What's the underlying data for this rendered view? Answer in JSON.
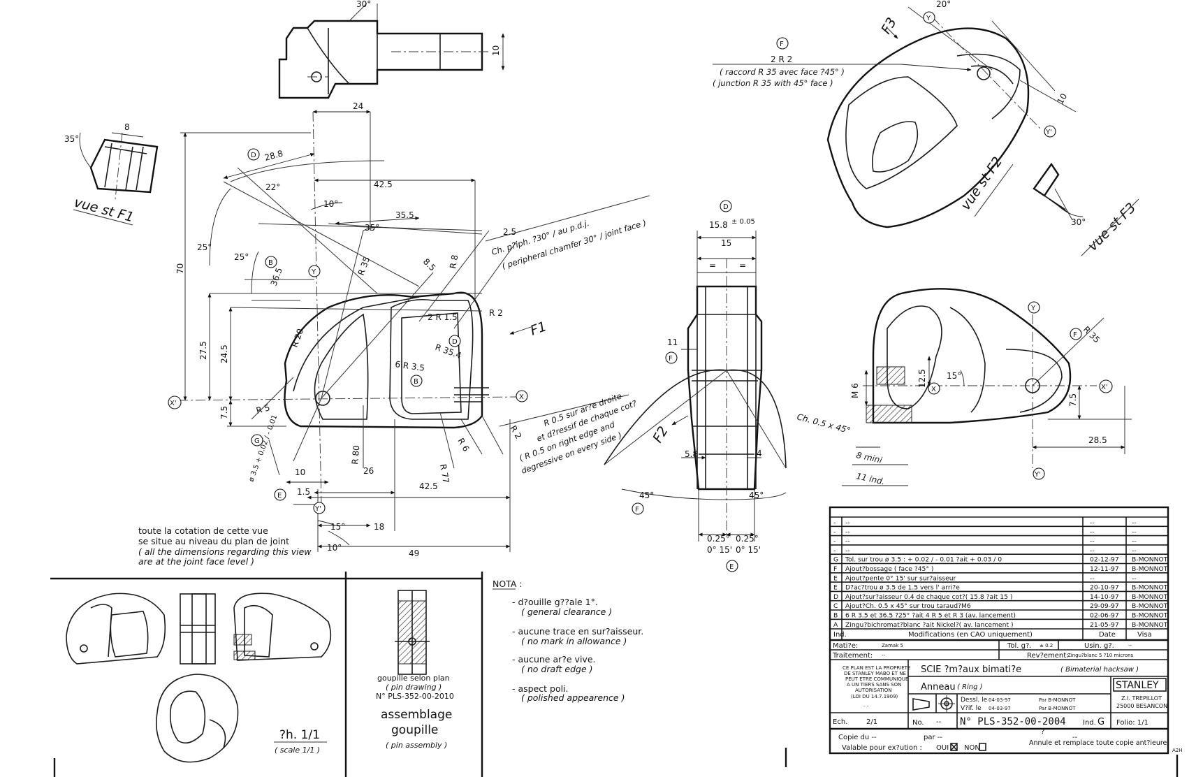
{
  "view_labels": {
    "f1": "vue st F1",
    "f2": "vue st F2",
    "f3": "vue st F3",
    "f2_arrow": "F2",
    "f3_arrow": "F3",
    "f1_arrow": "F1"
  },
  "callouts": {
    "D": "D",
    "B": "B",
    "G": "G",
    "E": "E",
    "F": "F",
    "X": "X",
    "Xp": "X'",
    "Y": "Y",
    "Yp": "Y'"
  },
  "dims_main": {
    "d24": "24",
    "d28_8": "28.8",
    "d22deg": "22°",
    "d42_5": "42.5",
    "d10deg": "10°",
    "d35_5": "35.5",
    "d35deg": "35°",
    "d25deg_a": "25°",
    "d25deg_b": "25°",
    "d70": "70",
    "d36_5": "36.5",
    "dR35": "R 35",
    "d8_5": "8.5",
    "dR8": "R 8",
    "d2_5": "2.5",
    "d2R1_5": "2 R 1.5",
    "dR2a": "R 2",
    "dR35_4": "R 35.4",
    "dR20": "R 20",
    "d6R3_5": "6 R 3.5",
    "d27_5": "27.5",
    "d24_5": "24.5",
    "d7_5": "7.5",
    "dR5": "R 5",
    "dR80": "R 80",
    "dR77": "R 77",
    "dR6": "R 6",
    "dR2b": "R 2",
    "d10": "10",
    "d26": "26",
    "d42_5b": "42.5",
    "d1_5": "1.5",
    "d15deg": "15°",
    "d18": "18",
    "d10deg_b": "10°",
    "d49": "49",
    "dphi": "ø 3.5 + 0.02 / - 0.01",
    "top30": "30°",
    "top10": "10",
    "f1_8": "8",
    "f1_35": "35°"
  },
  "chamfer_note": {
    "fr": "Ch. p?iph. ?30° / au p.d.j.",
    "en": "( peripheral chamfer 30° / joint face )"
  },
  "edge_note": {
    "fr1": "R 0.5 sur ar?e droite",
    "fr2": "et d?ressif de chaque cot?",
    "en1": "( R 0.5 on right edge and",
    "en2": "degressive on every side )"
  },
  "joint_note": {
    "l1": "toute la cotation de cette vue",
    "l2": "se situe au niveau du plan de joint",
    "l3": "( all the dimensions regarding this view",
    "l4": "are at the joint face level )"
  },
  "section_view": {
    "d15_8": "15.8",
    "tol": "± 0.05",
    "d15": "15",
    "eq1": "=",
    "eq2": "=",
    "d11": "11",
    "d5_8": "5.8",
    "d4": "4",
    "a45l": "45°",
    "a45r": "45°",
    "d025l": "0.25°",
    "d025r": "0.25°",
    "a015l": "0° 15'",
    "a015r": "0° 15'"
  },
  "top_right": {
    "f2r2": "2 R 2",
    "fr": "( raccord R 35 avec face ?45° )",
    "en": "( junction R 35 with 45° face )",
    "d10": "10",
    "d30": "30°",
    "d20": "20°"
  },
  "right_view": {
    "dR35": "R 35",
    "dM6": "M 6",
    "d12_5": "12.5",
    "d15deg": "15°",
    "d7_5": "7.5",
    "d28_5": "28.5",
    "ch": "Ch. 0.5 x 45°",
    "d8mini": "8 mini",
    "d11ind": "11 ind."
  },
  "assembly": {
    "pin1": "goupille selon plan",
    "pin2": "( pin drawing )",
    "pin3": "N° PLS-352-00-2010",
    "asm1": "assemblage",
    "asm2": "goupille",
    "asm3": "( pin assembly )",
    "scale": "?h. 1/1",
    "scale_en": "( scale 1/1 )"
  },
  "nota": {
    "title": "NOTA :",
    "i1": "- d?ouille g??ale 1°.",
    "i1e": "( general clearance )",
    "i2": "- aucune trace en sur?aisseur.",
    "i2e": "( no mark in allowance )",
    "i3": "- aucune ar?e vive.",
    "i3e": "( no draft edge )",
    "i4": "- aspect poli.",
    "i4e": "( polished appearence )"
  },
  "revisions": [
    {
      "ind": "-",
      "text": "--",
      "date": "--",
      "visa": "--"
    },
    {
      "ind": "-",
      "text": "--",
      "date": "--",
      "visa": "--"
    },
    {
      "ind": "-",
      "text": "--",
      "date": "--",
      "visa": "--"
    },
    {
      "ind": "-",
      "text": "--",
      "date": "--",
      "visa": "--"
    },
    {
      "ind": "G",
      "text": "Tol. sur trou ø 3.5 : + 0.02 / - 0.01 ?ait + 0.03 / 0",
      "date": "02-12-97",
      "visa": "B-MONNOT"
    },
    {
      "ind": "F",
      "text": "Ajout?bossage ( face ?45° )",
      "date": "12-11-97",
      "visa": "B-MONNOT"
    },
    {
      "ind": "E",
      "text": "Ajout?pente 0° 15' sur sur?aisseur",
      "date": "--",
      "visa": "--"
    },
    {
      "ind": "E",
      "text": "D?ac?trou ø 3.5 de 1.5 vers l' arri?e",
      "date": "20-10-97",
      "visa": "B-MONNOT"
    },
    {
      "ind": "D",
      "text": "Ajout?sur?aisseur 0.4 de chaque cot?( 15.8 ?ait 15 )",
      "date": "14-10-97",
      "visa": "B-MONNOT"
    },
    {
      "ind": "C",
      "text": "Ajout?Ch. 0.5 x 45° sur trou taraud?M6",
      "date": "29-09-97",
      "visa": "B-MONNOT"
    },
    {
      "ind": "B",
      "text": "6 R 3.5 et 36.5 ?25° ?ait 4 R 5 et R 3 (av. lancement)",
      "date": "02-06-97",
      "visa": "B-MONNOT"
    },
    {
      "ind": "A",
      "text": "Zingu?bichromat?blanc ?ait Nickel?( av. lancement )",
      "date": "21-05-97",
      "visa": "B-MONNOT"
    }
  ],
  "rev_header": {
    "ind": "Ind.",
    "text": "Modifications (en CAO uniquement)",
    "date": "Date",
    "visa": "Visa"
  },
  "title_block": {
    "matiere_l": "Mati?e:",
    "matiere_v": "Zamak 5",
    "tol_l": "Tol. g?.",
    "tol_v": "± 0.2",
    "usin_l": "Usin. g?.",
    "usin_v": "--",
    "trait_l": "Traitement:",
    "trait_v": "--",
    "revet_l": "Rev?ement:",
    "revet_v": "Zingu?blanc 5 ?10 microns",
    "prop1": "CE PLAN EST LA PROPRIETE",
    "prop2": "DE STANLEY MABO ET NE",
    "prop3": "PEUT ETRE COMMUNIQUE",
    "prop4": "A UN TIERS SANS SON",
    "prop5": "AUTORISATION",
    "prop6": "(LOI DU 14.7.1909)",
    "saw_fr": "SCIE ?m?aux bimati?e",
    "saw_en": "( Bimaterial hacksaw )",
    "part_fr": "Anneau",
    "part_en": "( Ring )",
    "dessl": "Dessl. le",
    "dessl_d": "04-03-97",
    "par1": "Par B-MONNOT",
    "verif": "V?if. le",
    "verif_d": "04-03-97",
    "par2": "Par B-MONNOT",
    "company": "STANLEY",
    "addr1": "Z.I. TREPILLOT",
    "addr2": "25000 BESANCON",
    "ech_l": "Ech.",
    "ech_v": "2/1",
    "no_l": "No.",
    "no_v": "--",
    "num": "N° PLS-352-00-2004",
    "ind_l": "Ind.",
    "ind_v": "G",
    "folio": "Folio: 1/1",
    "copie": "Copie du --",
    "par": "par --",
    "q": "?",
    "dash": "--",
    "valable": "Valable pour ex?ution :",
    "oui": "OUI",
    "non": "NON",
    "annule": "Annule et remplace toute copie ant?ieure",
    "a2h": "A2H",
    "dashes": "- -"
  }
}
